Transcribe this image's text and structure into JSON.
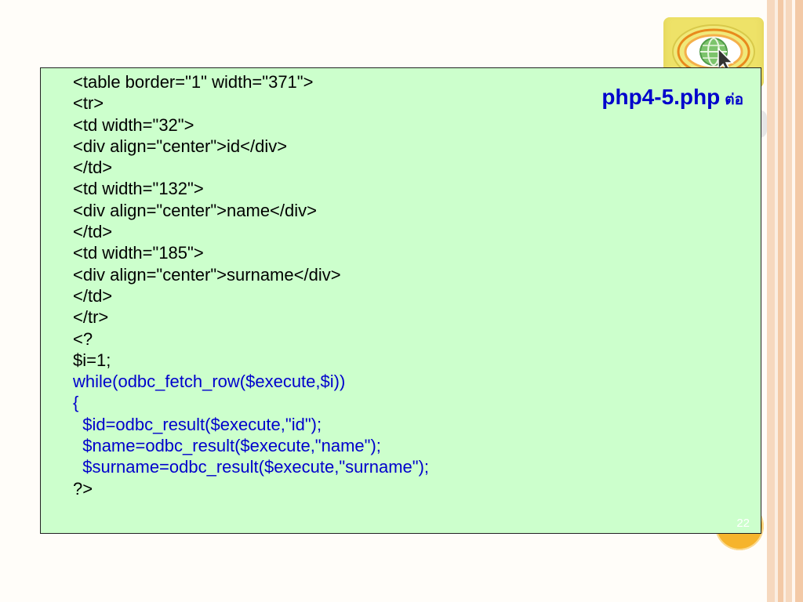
{
  "slide": {
    "title": "php4-5.php",
    "title_suffix": "ต่อ",
    "page_number": "22",
    "code_lines": [
      {
        "text": "<table border=\"1\" width=\"371\">",
        "style": "black"
      },
      {
        "text": "<tr>",
        "style": "black"
      },
      {
        "text": "<td width=\"32\">",
        "style": "black"
      },
      {
        "text": "<div align=\"center\">id</div>",
        "style": "black"
      },
      {
        "text": "</td>",
        "style": "black"
      },
      {
        "text": "<td width=\"132\">",
        "style": "black"
      },
      {
        "text": "<div align=\"center\">name</div>",
        "style": "black"
      },
      {
        "text": "</td>",
        "style": "black"
      },
      {
        "text": "<td width=\"185\">",
        "style": "black"
      },
      {
        "text": "<div align=\"center\">surname</div>",
        "style": "black"
      },
      {
        "text": "</td>",
        "style": "black"
      },
      {
        "text": "</tr>",
        "style": "black"
      },
      {
        "text": "<?",
        "style": "black"
      },
      {
        "text": "$i=1;",
        "style": "black"
      },
      {
        "text": "while(odbc_fetch_row($execute,$i))",
        "style": "blue"
      },
      {
        "text": "{",
        "style": "blue"
      },
      {
        "text": "  $id=odbc_result($execute,\"id\");",
        "style": "blue"
      },
      {
        "text": "  $name=odbc_result($execute,\"name\");",
        "style": "blue"
      },
      {
        "text": "  $surname=odbc_result($execute,\"surname\");",
        "style": "blue"
      },
      {
        "text": "?>",
        "style": "black"
      }
    ]
  },
  "colors": {
    "panel_background": "#ccffcc",
    "code_black": "#000000",
    "code_blue": "#0000cc",
    "accent_orange": "#f6b42c",
    "logo_yellow": "#eee268",
    "stripe_peach": "#f6d8be"
  },
  "icons": {
    "logo": "globe-cursor-icon"
  }
}
